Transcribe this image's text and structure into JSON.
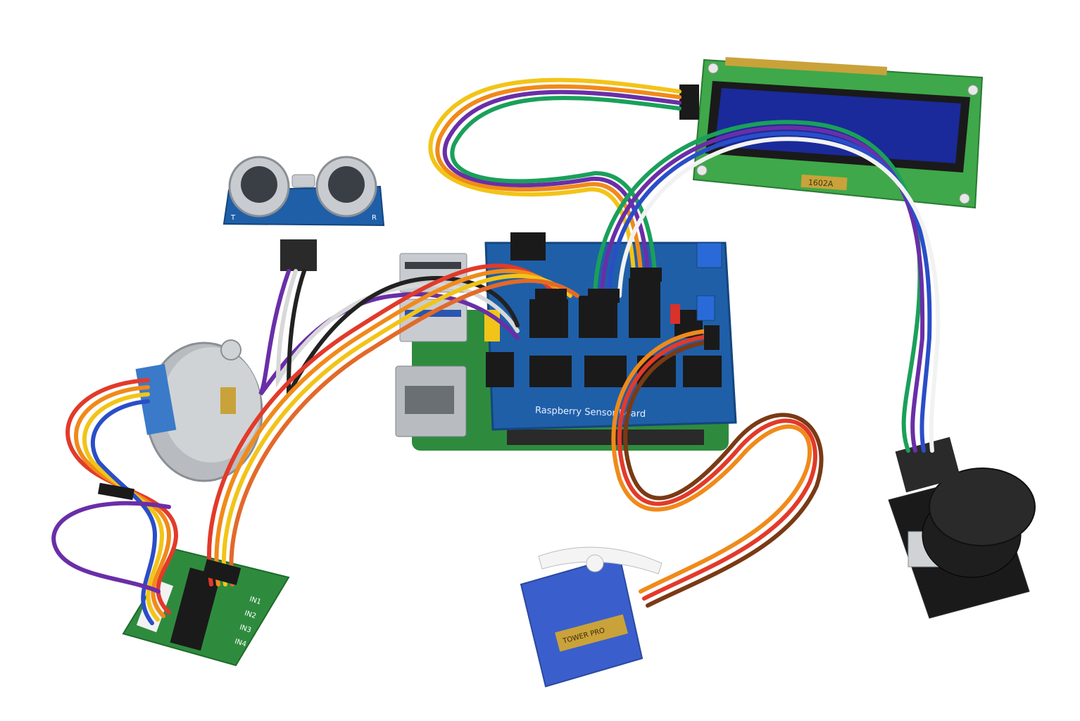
{
  "lcd": {
    "model_label": "1602A"
  },
  "hat": {
    "board_label": "Raspberry Sensor Board"
  },
  "ultrasonic": {
    "label_left": "T",
    "label_right": "R"
  },
  "servo": {
    "brand_label": "TOWER PRO"
  },
  "driver": {
    "pin_labels": [
      "IN1",
      "IN2",
      "IN3",
      "IN4"
    ]
  },
  "colors": {
    "pcb_blue": "#1f5fa8",
    "pcb_green": "#2e8b3e",
    "lcd_screen": "#1a2a9a",
    "servo_blue": "#2a52c8",
    "wire_red": "#e23a2a",
    "wire_orange": "#f08a1a",
    "wire_yellow": "#f2c418",
    "wire_purple": "#6a2ea8",
    "wire_green": "#1aa05a",
    "wire_blue": "#2a4ec8",
    "wire_black": "#222222",
    "wire_white": "#f2f2f2",
    "wire_brown": "#7a3a14"
  },
  "components": [
    "ultrasonic-sensor",
    "lcd-display",
    "raspberry-pi",
    "sensor-hat",
    "stepper-motor",
    "motor-driver-board",
    "servo-motor",
    "joystick-module"
  ]
}
